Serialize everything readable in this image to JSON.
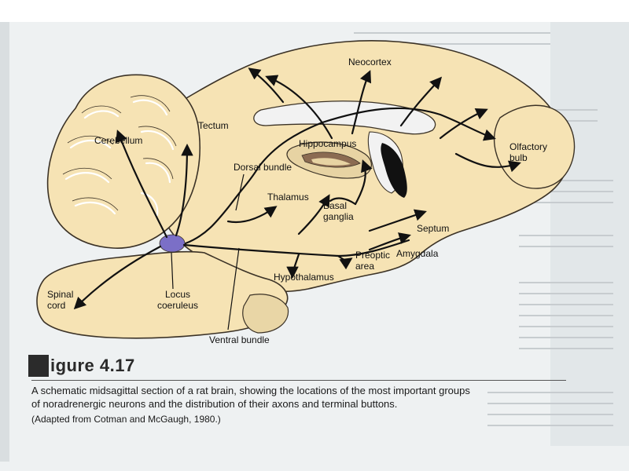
{
  "colors": {
    "page": "#eef1f2",
    "tissue": "#f6e3b4",
    "tissue_stroke": "#3b3226",
    "ventricle": "#f2f2f2",
    "hippocampus": "#c9b58a",
    "locus": "#7b6fc7",
    "arrow": "#111111"
  },
  "labels": {
    "neocortex": "Neocortex",
    "tectum": "Tectum",
    "cerebellum": "Cerebellum",
    "hippocampus": "Hippocampus",
    "olfactory_bulb": [
      "Olfactory",
      "bulb"
    ],
    "dorsal_bundle": "Dorsal bundle",
    "thalamus": "Thalamus",
    "basal_ganglia": [
      "Basal",
      "ganglia"
    ],
    "septum": "Septum",
    "amygdala": "Amygdala",
    "preoptic_area": [
      "Preoptic",
      "area"
    ],
    "hypothalamus": "Hypothalamus",
    "spinal_cord": [
      "Spinal",
      "cord"
    ],
    "locus_coeruleus": [
      "Locus",
      "coeruleus"
    ],
    "ventral_bundle": "Ventral bundle"
  },
  "figure": {
    "label": "igure 4.17",
    "caption": [
      "A schematic midsagittal section of a rat brain, showing the locations of the most important groups",
      "of noradrenergic neurons and the distribution of their axons and terminal buttons."
    ],
    "attribution": "(Adapted from Cotman and McGaugh, 1980.)"
  }
}
